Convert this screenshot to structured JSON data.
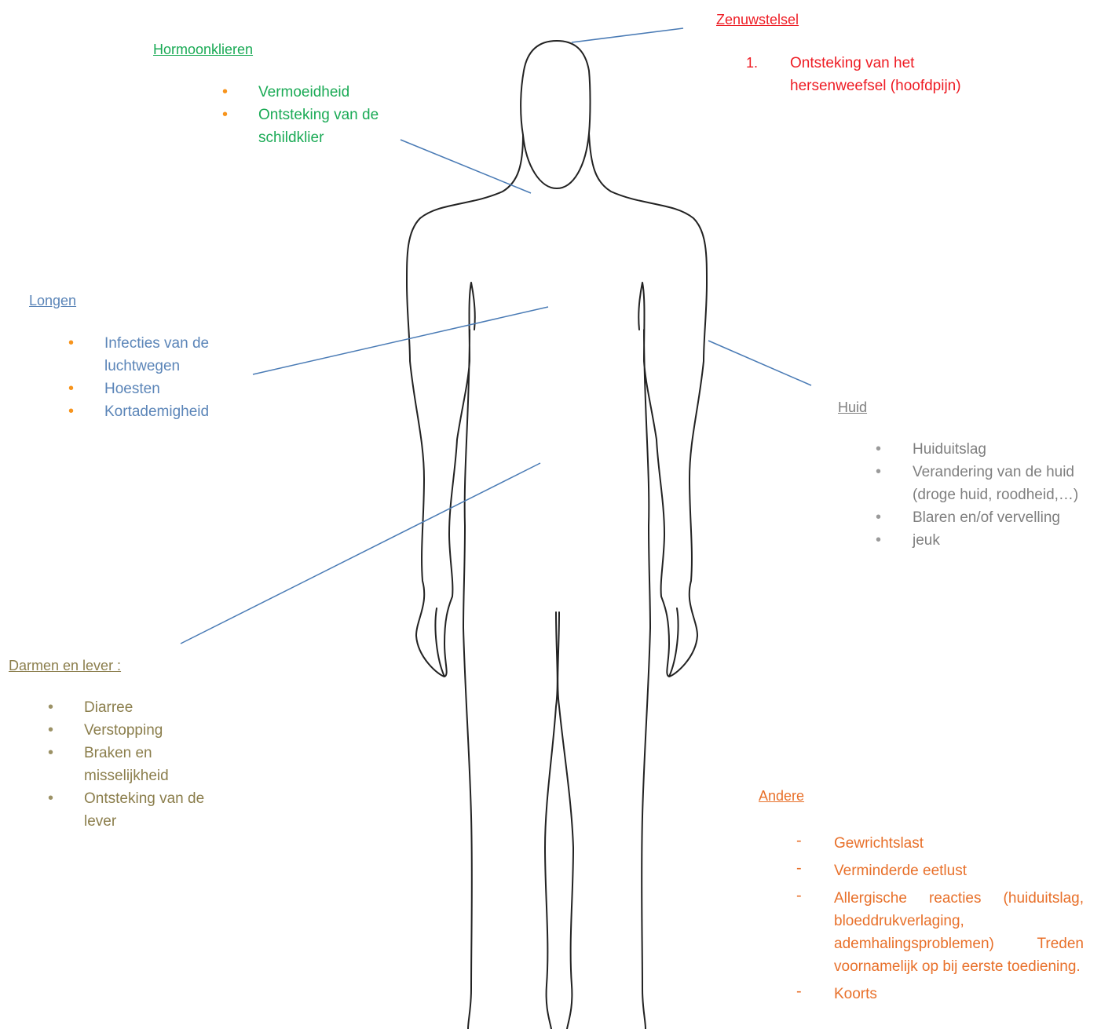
{
  "colors": {
    "nervous": "#ee1c24",
    "hormone": "#1aaa55",
    "lungs": "#5b85b8",
    "skin": "#7f7f7f",
    "gut": "#8b7e4c",
    "other": "#e8702a",
    "orange_bullet": "#f7941d",
    "skin_bullet": "#9a9a9a",
    "gut_bullet": "#9c9266",
    "pointer_line": "#4a7bb5",
    "body_outline": "#222222"
  },
  "nervous_system": {
    "title": "Zenuwstelsel",
    "items": [
      {
        "marker": "1.",
        "text": "Ontsteking van het hersenweefsel (hoofdpijn)"
      }
    ]
  },
  "hormone_glands": {
    "title": "Hormoonklieren",
    "items": [
      {
        "marker": "•",
        "text": "Vermoeidheid"
      },
      {
        "marker": "•",
        "text": "Ontsteking van de schildklier"
      }
    ]
  },
  "lungs": {
    "title": "Longen",
    "items": [
      {
        "marker": "•",
        "text": "Infecties van de luchtwegen"
      },
      {
        "marker": "•",
        "text": "Hoesten"
      },
      {
        "marker": "•",
        "text": "Kortademigheid"
      }
    ]
  },
  "skin": {
    "title": "Huid",
    "items": [
      {
        "marker": "•",
        "text": "Huiduitslag"
      },
      {
        "marker": "•",
        "text": "Verandering van de huid (droge huid, roodheid,…)"
      },
      {
        "marker": "•",
        "text": "Blaren en/of vervelling"
      },
      {
        "marker": "•",
        "text": "jeuk"
      }
    ]
  },
  "intestines_liver": {
    "title": "Darmen en lever :",
    "items": [
      {
        "marker": "•",
        "text": "Diarree"
      },
      {
        "marker": "•",
        "text": "Verstopping"
      },
      {
        "marker": "•",
        "text": "Braken en misselijkheid"
      },
      {
        "marker": "•",
        "text": "Ontsteking van de lever"
      }
    ]
  },
  "other": {
    "title": "Andere",
    "items": [
      {
        "marker": "-",
        "text": "Gewrichtslast"
      },
      {
        "marker": "-",
        "text": "Verminderde eetlust"
      },
      {
        "marker": "-",
        "text": "Allergische reacties (huiduitslag, bloeddrukverlaging, ademhalingsproblemen) Treden voornamelijk op bij eerste toediening."
      },
      {
        "marker": "-",
        "text": "Koorts"
      }
    ]
  }
}
